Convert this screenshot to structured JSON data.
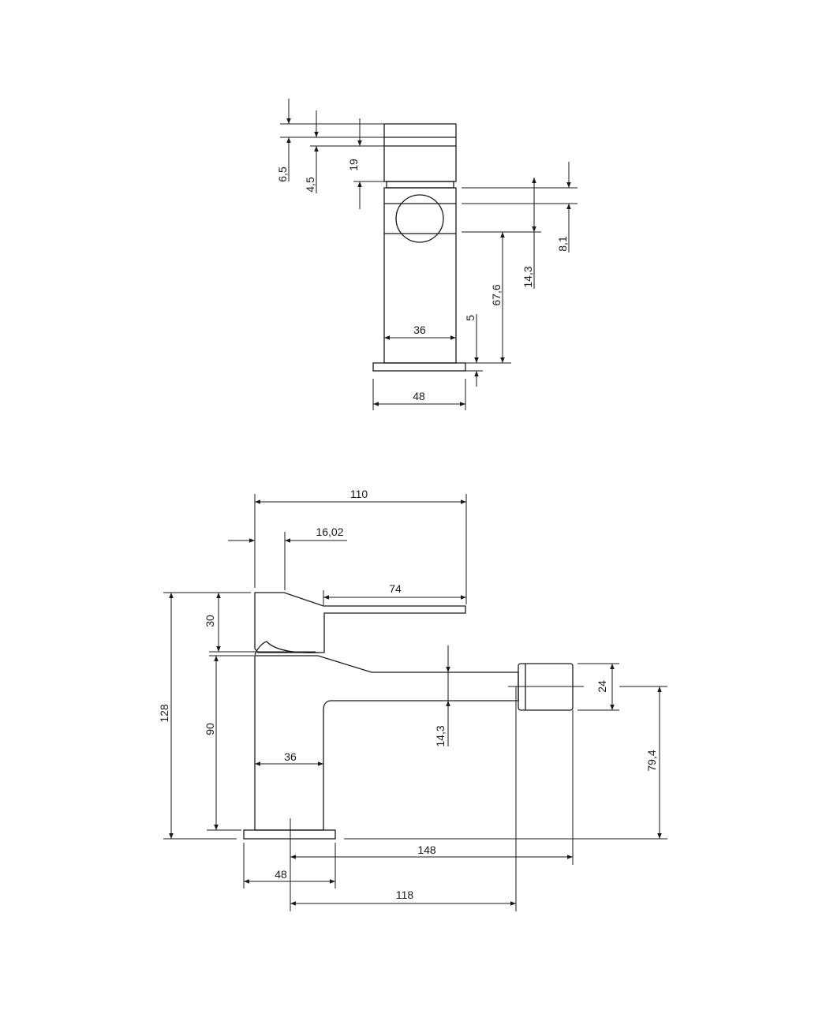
{
  "front_view": {
    "dim_6_5": "6,5",
    "dim_4_5": "4,5",
    "dim_19": "19",
    "dim_8_1": "8,1",
    "dim_14_3": "14,3",
    "dim_67_6": "67,6",
    "dim_5": "5",
    "dim_36": "36",
    "dim_48": "48"
  },
  "side_view": {
    "dim_110": "110",
    "dim_16_02": "16,02",
    "dim_74": "74",
    "dim_30": "30",
    "dim_128": "128",
    "dim_90": "90",
    "dim_36": "36",
    "dim_14_3": "14,3",
    "dim_24": "24",
    "dim_79_4": "79,4",
    "dim_148": "148",
    "dim_48": "48",
    "dim_118": "118"
  }
}
